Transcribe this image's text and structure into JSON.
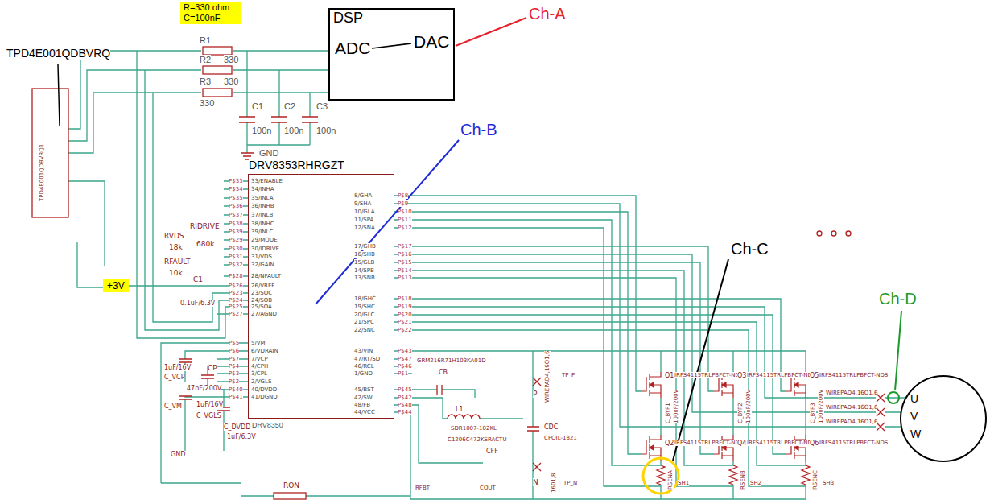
{
  "diagram": {
    "nodes": [
      {
        "text": [
          "R=330 ohm C=100nF"
        ]
      },
      {
        "text": [
          "DSP",
          "ADC",
          "DAC"
        ]
      },
      {
        "text": [
          "DRV8353RHRGZT",
          "DRV8350"
        ]
      },
      {
        "text": [
          "+3V"
        ]
      },
      {
        "text": [
          "U",
          "V",
          "W"
        ]
      }
    ],
    "edges": [
      {
        "from": 3,
        "to": 2,
        "arrow": "none"
      }
    ],
    "labels": [
      "TPD4E001QDBVRQ",
      "Ch-A",
      "R1",
      "R2",
      "330",
      "R3",
      "330",
      "330",
      "C1",
      "100n",
      "C2",
      "100n",
      "C3",
      "100n",
      "GND",
      "Ch-B",
      "Ch-C",
      "Ch-D",
      "RVDS",
      "18k",
      "RIDRIVE",
      "680k",
      "RFAULT",
      "10k",
      "C1",
      "0.1uF/6.3V",
      "1uF/16V",
      "C_VCP",
      "CP",
      "47nF/200V",
      "C_VM",
      "1uF/16V",
      "C_VGLS",
      "C_DVDD",
      "1uF/6.3V",
      "GND",
      "RON",
      "GRM216R71H103KA01D",
      "CB",
      "L1",
      "SDR1007-102KL",
      "C1206C472KSRACTU",
      "CFF",
      "CDC",
      "CPOIL-1821",
      "P",
      "WIREPAD4,16O1,6",
      "TP_P",
      "N",
      "TP_N",
      "1601,8",
      "RFBT",
      "COUT",
      "Q1",
      "IRFS4115TRLPBFCT-NDS",
      "Q3",
      "IRFS4115TRLPBFCT-NDS",
      "Q5",
      "IRFS4115TRLPBFCT-NDS",
      "Q2",
      "IRFS4115TRLPBFCT-NDS",
      "Q4",
      "IRFS4115TRLPBFCT-NDS",
      "Q6",
      "IRFS4115TRLPBFCT-NDS",
      "C_BYP1",
      "100nF/200V",
      "C_BYP2",
      "100nF/200V",
      "C_BYP3",
      "100nF/200V",
      "RSENA",
      "RSENB",
      "RSENC",
      "SH1",
      "SH2",
      "SH3",
      "WIREPAD4,16O1,6",
      "WIREPAD4,16O1,6",
      "WIREPAD4,16O1,6",
      "TPD4E001QDBVRQ1",
      "P$33",
      "33/ENABLE",
      "P$34",
      "34/INHA",
      "P$35",
      "35/INLA",
      "P$36",
      "36/INHB",
      "P$37",
      "37/INLB",
      "P$38",
      "38/INHC",
      "P$39",
      "39/INLC",
      "P$29",
      "29/MODE",
      "P$30",
      "30/IDRIVE",
      "P$31",
      "31/VDS",
      "P$32",
      "32/GAIN",
      "P$28",
      "28/NFAULT",
      "P$26",
      "26/VREF",
      "P$23",
      "23/SOC",
      "P$24",
      "24/SOB",
      "P$25",
      "25/SOA",
      "P$27",
      "27/AGND",
      "P$5",
      "5/VM",
      "P$6",
      "6/VDRAIN",
      "P$7",
      "7/VCP",
      "P$4",
      "4/CPH",
      "P$3",
      "3/CPL",
      "P$2",
      "2/VGLS",
      "P$40",
      "40/DVDD",
      "P$41",
      "41/DGND",
      "P$8",
      "8/GHA",
      "P$9",
      "9/SHA",
      "P$10",
      "10/GLA",
      "P$11",
      "11/SPA",
      "P$12",
      "12/SNA",
      "P$17",
      "17/GHB",
      "P$16",
      "16/SHB",
      "P$15",
      "15/GLB",
      "P$14",
      "14/SPB",
      "P$13",
      "13/SNB",
      "P$18",
      "18/GHC",
      "P$19",
      "19/SHC",
      "P$20",
      "20/GLC",
      "P$21",
      "21/SPC",
      "P$22",
      "22/SNC",
      "P$43",
      "43/VIN",
      "P$47",
      "47/RT/SD",
      "P$46",
      "46/RCL",
      "P$1",
      "1/GND",
      "P$45",
      "45/BST",
      "P$42",
      "42/SW",
      "P$48",
      "48/FB",
      "P$44",
      "44/VCC"
    ]
  }
}
